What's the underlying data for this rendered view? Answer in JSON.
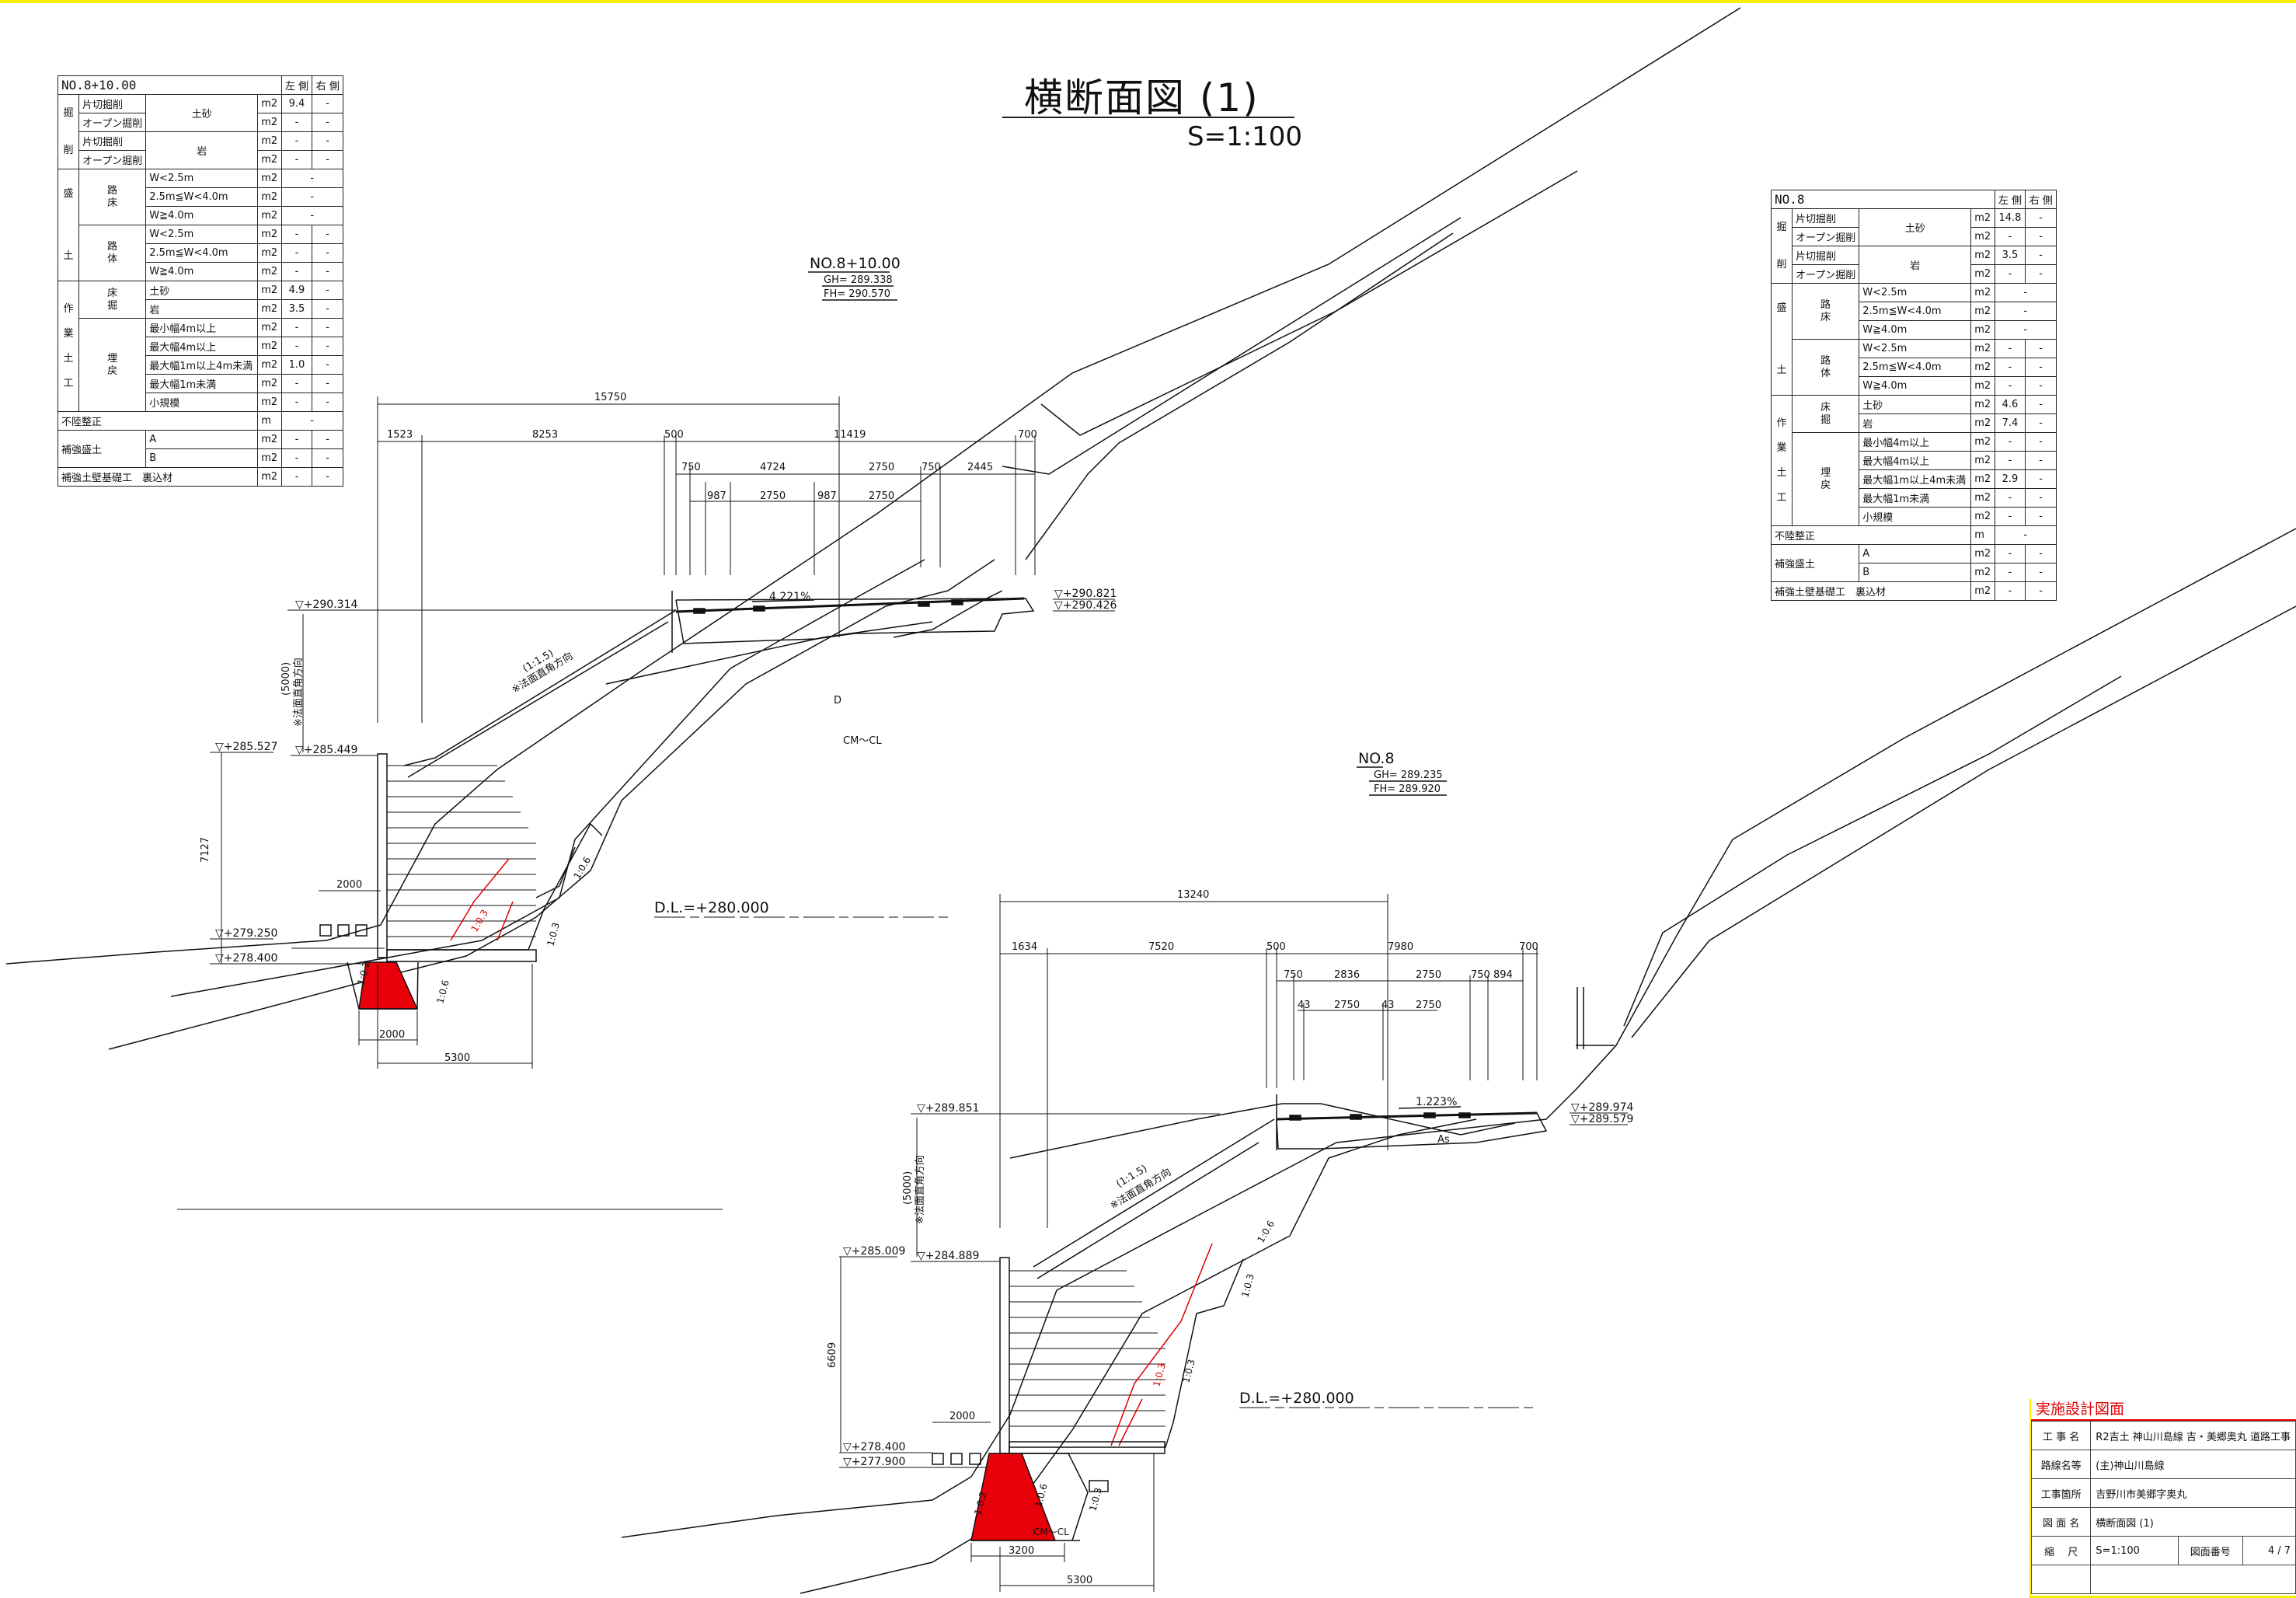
{
  "title": "横断面図 (1)",
  "scale": "S=1:100",
  "table_header": {
    "left": "左 側",
    "right": "右 側"
  },
  "row_labels": {
    "kiri_1": "掘",
    "kiri_2": "削",
    "katagiri": "片切掘削",
    "open": "オープン掘削",
    "dosha": "土砂",
    "iwa": "岩",
    "mori_1": "盛",
    "mori_2": "土",
    "roshou_1": "路",
    "roshou_2": "床",
    "rotai_1": "路",
    "rotai_2": "体",
    "w1": "W<2.5m",
    "w2": "2.5m≦W<4.0m",
    "w3": "W≧4.0m",
    "sagyo_1": "作",
    "sagyo_2": "業",
    "sagyo_3": "土",
    "sagyo_4": "工",
    "tokobori_1": "床",
    "tokobori_2": "掘",
    "umemodoshi_1": "埋",
    "umemodoshi_2": "戻",
    "min4": "最小幅4m以上",
    "max4": "最大幅4m以上",
    "max1_4": "最大幅1m以上4m未満",
    "max1": "最大幅1m未満",
    "small": "小規模",
    "furiku": "不陸整正",
    "hokyo": "補強盛土",
    "a": "A",
    "b": "B",
    "kiso": "補強土壁基礎工　裏込材",
    "unit_m2": "m2",
    "unit_m": "m",
    "dash": "-"
  },
  "table_left": {
    "title": "NO.8+10.00",
    "katagiri_dosha": "9.4",
    "tokobori_dosha": "4.9",
    "tokobori_iwa": "3.5",
    "max1_4": "1.0"
  },
  "table_right": {
    "title": "NO.8",
    "katagiri_dosha": "14.8",
    "katagiri_iwa": "3.5",
    "tokobori_dosha": "4.6",
    "tokobori_iwa": "7.4",
    "max1_4": "2.9"
  },
  "section_upper": {
    "station": "NO.8+10.00",
    "gh": "GH= 289.338",
    "fh": "FH= 290.570",
    "dims": {
      "total": "15750",
      "a": "1523",
      "b": "8253",
      "c": "500",
      "d": "11419",
      "e": "700",
      "f": "750",
      "g": "4724",
      "h": "2750",
      "i": "750",
      "j": "2445",
      "k": "987",
      "l": "2750",
      "m": "987",
      "n": "2750",
      "w2000a": "2000",
      "w2000b": "2000",
      "w5300": "5300",
      "h7127": "7127",
      "h5000": "(5000)"
    },
    "slope": "4.221%",
    "el_290_314": "▽+290.314",
    "el_290_821": "▽+290.821",
    "el_290_426": "▽+290.426",
    "el_285_527": "▽+285.527",
    "el_285_449": "▽+285.449",
    "el_279_250": "▽+279.250",
    "el_278_400": "▽+278.400",
    "grad_1_5": "(1:1.5)",
    "note": "※法面直角方向",
    "soil_d": "D",
    "soil_cm": "CM～CL",
    "r06": "1:0.6",
    "r03a": "1:0.3",
    "r03b": "1:0.3",
    "r02": "1:0.2",
    "r06b": "1:0.6",
    "dl": "D.L.=+280.000"
  },
  "section_lower": {
    "station": "NO.8",
    "gh": "GH= 289.235",
    "fh": "FH= 289.920",
    "dims": {
      "total": "13240",
      "a": "1634",
      "b": "7520",
      "c": "500",
      "d": "7980",
      "e": "700",
      "f": "750",
      "g": "2836",
      "h": "2750",
      "i": "750",
      "j": "894",
      "k": "43",
      "l": "2750",
      "m": "43",
      "n": "2750",
      "w2000": "2000",
      "w3200": "3200",
      "w5300": "5300",
      "h6609": "6609",
      "h5000": "(5000)"
    },
    "slope": "1.223%",
    "el_289_851": "▽+289.851",
    "el_289_974": "▽+289.974",
    "el_289_579": "▽+289.579",
    "el_285_009": "▽+285.009",
    "el_284_889": "▽+284.889",
    "el_278_400": "▽+278.400",
    "el_277_900": "▽+277.900",
    "grad_1_5": "(1:1.5)",
    "note": "※法面直角方向",
    "soil_as": "As",
    "soil_cm": "CM～CL",
    "r06": "1:0.6",
    "r03a": "1:0.3",
    "r03b": "1:0.3",
    "r02": "1:0.2",
    "r06b": "1:0.6",
    "r03c": "1:0.3",
    "dl": "D.L.=+280.000"
  },
  "title_block": {
    "header": "実施設計図面",
    "rows": [
      {
        "label": "工 事 名",
        "value": "R2吉土 神山川島線 吉・美郷奥丸 道路工事"
      },
      {
        "label": "路線名等",
        "value": "(主)神山川島線"
      },
      {
        "label": "工事箇所",
        "value": "吉野川市美郷字奥丸"
      },
      {
        "label": "図 面 名",
        "value": "横断面図 (1)"
      }
    ],
    "scale_label": "縮　 尺",
    "scale_value": "S=1:100",
    "number_label": "図面番号",
    "number_value": "4 / 7"
  },
  "colors": {
    "line": "#111111",
    "fill": "#e8000b",
    "accent_red": "#e00000",
    "highlight": "#f4f000"
  }
}
